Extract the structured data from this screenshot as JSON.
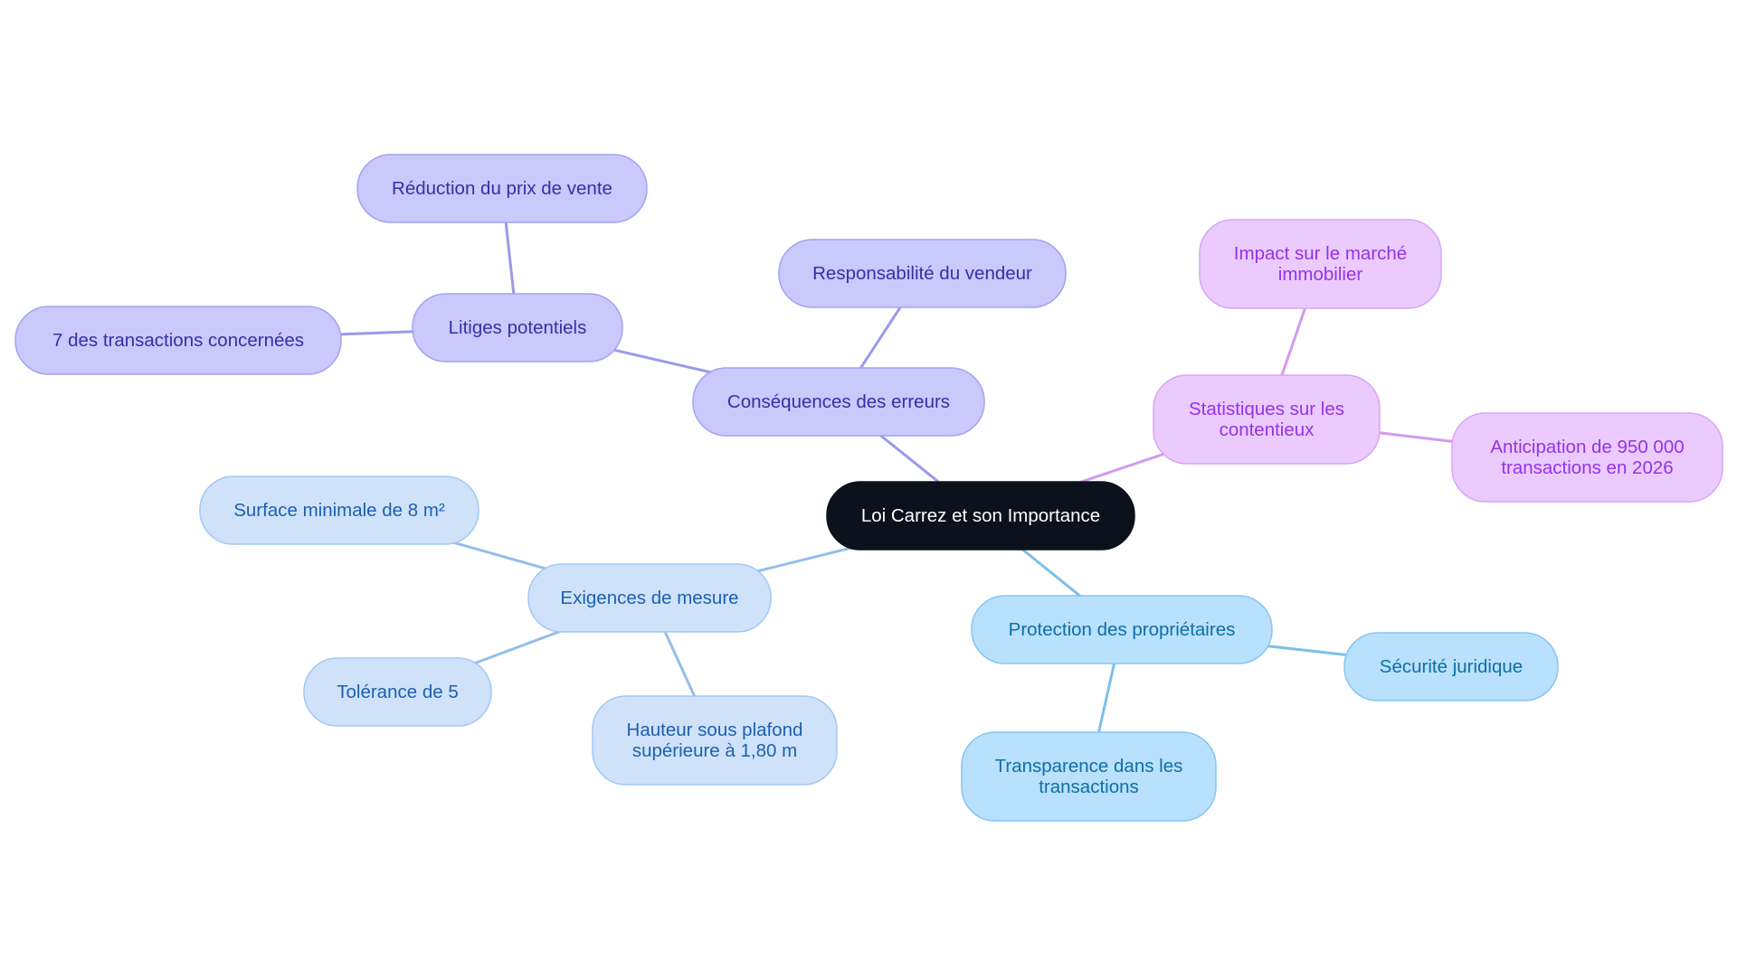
{
  "colors": {
    "background": "#ffffff",
    "center_fill": "#0c121b",
    "center_text": "#ffffff",
    "indigo_fill": "#c9c9fc",
    "indigo_stroke": "#a3a3f0",
    "indigo_text": "#3730a3",
    "indigo_edge": "#9a9ae8",
    "purple_fill": "#ebcbfd",
    "purple_stroke": "#d8a5f5",
    "purple_text": "#9333ea",
    "purple_edge": "#d49af0",
    "lightblue_fill": "#cfe2fa",
    "lightblue_stroke": "#a4c8f1",
    "lightblue_text": "#1d5fb0",
    "lightblue_edge": "#95bee9",
    "sky_fill": "#b9e0fc",
    "sky_stroke": "#86c6f0",
    "sky_text": "#0e6fa6",
    "sky_edge": "#7fbfe8"
  },
  "mindmap": {
    "center": {
      "id": "center",
      "lines": [
        "Loi Carrez et son Importance"
      ],
      "theme": "center"
    },
    "nodes": [
      {
        "id": "consequences",
        "lines": [
          "Conséquences des erreurs"
        ],
        "theme": "indigo"
      },
      {
        "id": "litiges",
        "lines": [
          "Litiges potentiels"
        ],
        "theme": "indigo"
      },
      {
        "id": "reduction",
        "lines": [
          "Réduction du prix de vente"
        ],
        "theme": "indigo"
      },
      {
        "id": "sept",
        "lines": [
          "7 des transactions concernées"
        ],
        "theme": "indigo"
      },
      {
        "id": "responsabilite",
        "lines": [
          "Responsabilité du vendeur"
        ],
        "theme": "indigo"
      },
      {
        "id": "statistiques",
        "lines": [
          "Statistiques sur les",
          "contentieux"
        ],
        "theme": "purple"
      },
      {
        "id": "impact",
        "lines": [
          "Impact sur le marché",
          "immobilier"
        ],
        "theme": "purple"
      },
      {
        "id": "anticipation",
        "lines": [
          "Anticipation de 950 000",
          "transactions en 2026"
        ],
        "theme": "purple"
      },
      {
        "id": "exigences",
        "lines": [
          "Exigences de mesure"
        ],
        "theme": "lightblue"
      },
      {
        "id": "surface",
        "lines": [
          "Surface minimale de 8 m²"
        ],
        "theme": "lightblue"
      },
      {
        "id": "tolerance",
        "lines": [
          "Tolérance de 5"
        ],
        "theme": "lightblue"
      },
      {
        "id": "hauteur",
        "lines": [
          "Hauteur sous plafond",
          "supérieure à 1,80 m"
        ],
        "theme": "lightblue"
      },
      {
        "id": "protection",
        "lines": [
          "Protection des propriétaires"
        ],
        "theme": "sky"
      },
      {
        "id": "securite",
        "lines": [
          "Sécurité juridique"
        ],
        "theme": "sky"
      },
      {
        "id": "transparence",
        "lines": [
          "Transparence dans les",
          "transactions"
        ],
        "theme": "sky"
      }
    ],
    "edges": [
      {
        "from": "center",
        "to": "consequences",
        "theme": "indigo"
      },
      {
        "from": "consequences",
        "to": "litiges",
        "theme": "indigo"
      },
      {
        "from": "litiges",
        "to": "reduction",
        "theme": "indigo"
      },
      {
        "from": "litiges",
        "to": "sept",
        "theme": "indigo"
      },
      {
        "from": "consequences",
        "to": "responsabilite",
        "theme": "indigo"
      },
      {
        "from": "center",
        "to": "statistiques",
        "theme": "purple"
      },
      {
        "from": "statistiques",
        "to": "impact",
        "theme": "purple"
      },
      {
        "from": "statistiques",
        "to": "anticipation",
        "theme": "purple"
      },
      {
        "from": "center",
        "to": "exigences",
        "theme": "lightblue"
      },
      {
        "from": "exigences",
        "to": "surface",
        "theme": "lightblue"
      },
      {
        "from": "exigences",
        "to": "tolerance",
        "theme": "lightblue"
      },
      {
        "from": "exigences",
        "to": "hauteur",
        "theme": "lightblue"
      },
      {
        "from": "center",
        "to": "protection",
        "theme": "sky"
      },
      {
        "from": "protection",
        "to": "securite",
        "theme": "sky"
      },
      {
        "from": "protection",
        "to": "transparence",
        "theme": "sky"
      }
    ]
  }
}
